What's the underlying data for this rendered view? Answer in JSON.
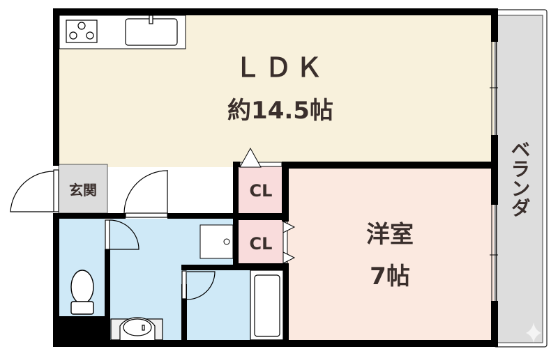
{
  "plan": {
    "rooms": {
      "ldk": {
        "name": "ＬＤＫ",
        "size": "約14.5帖",
        "color": "#f8f1dc"
      },
      "western": {
        "name": "洋室",
        "size": "7帖",
        "color": "#fbe9e0"
      },
      "entrance": {
        "name": "玄関",
        "color": "#dcdcdc"
      },
      "closet_upper": {
        "name": "CL",
        "color": "#f9dcdc"
      },
      "closet_lower": {
        "name": "CL",
        "color": "#f9dcdc"
      },
      "balcony": {
        "name": "ベランダ",
        "color": "#dddddd"
      },
      "wet_area": {
        "color": "#cfe9f7"
      }
    },
    "fixtures": [
      "kitchen-stove",
      "kitchen-sink",
      "washing-machine-space",
      "toilet",
      "wash-basin",
      "bathtub"
    ],
    "colors": {
      "wall": "#000000",
      "text": "#3a2f2c"
    }
  }
}
